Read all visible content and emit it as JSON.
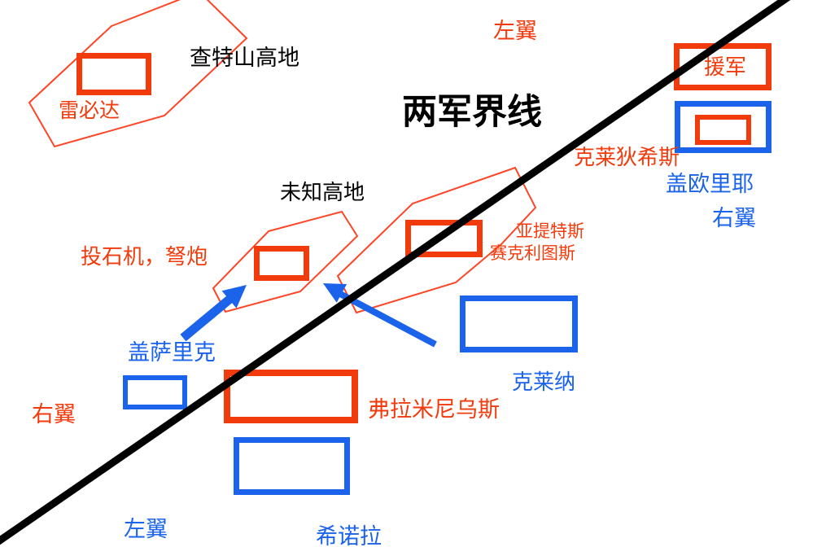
{
  "colors": {
    "red": "#f23b0c",
    "red_outline": "#ff4526",
    "blue": "#1a63ea",
    "line": "#000000",
    "background": "#ffffff"
  },
  "title": {
    "boundary_line": "两军界线"
  },
  "terrain": {
    "chart_hill": "查特山高地",
    "unknown_hill": "未知高地"
  },
  "red_army": {
    "left_wing": "左翼",
    "right_wing": "右翼",
    "leibida": "雷必达",
    "reinforcements": "援军",
    "kelaidixisi": "克莱狄希斯",
    "yatitesi": "亚提特斯",
    "saikelitusi": "赛克利图斯",
    "artillery": "投石机，弩炮",
    "fulaminiwusi": "弗拉米尼乌斯"
  },
  "blue_army": {
    "left_wing": "左翼",
    "right_wing": "右翼",
    "gaiouliye": "盖欧里耶",
    "gaisalike": "盖萨里克",
    "kelaina": "克莱纳",
    "xinuola": "希诺拉"
  }
}
